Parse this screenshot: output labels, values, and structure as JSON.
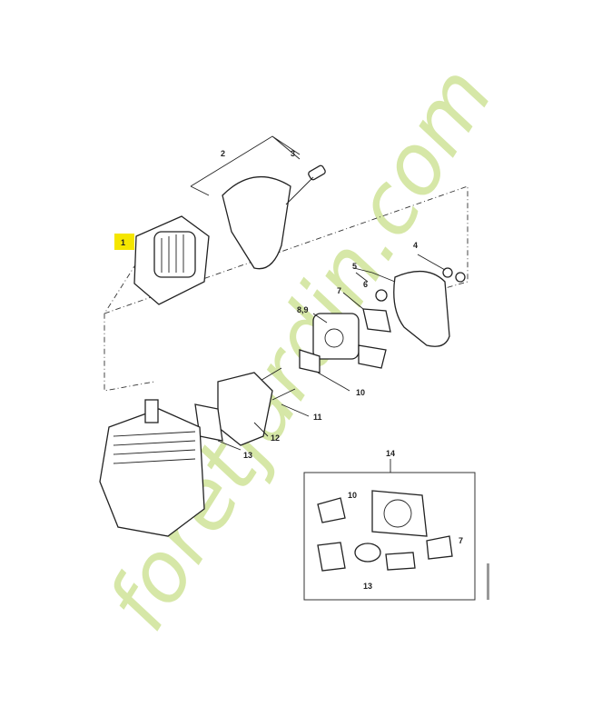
{
  "diagram": {
    "callouts": [
      "1",
      "2",
      "3",
      "4",
      "5",
      "6",
      "7",
      "8,9",
      "10",
      "11",
      "12",
      "13",
      "14"
    ],
    "inset": {
      "label": "14",
      "callouts": [
        "10",
        "7",
        "13"
      ]
    },
    "highlight_color": "#f5e600",
    "highlighted_callout": "1"
  },
  "watermark": {
    "text": "foretjardin.com",
    "colors": [
      "#c9e08a",
      "#b5a89a"
    ]
  }
}
